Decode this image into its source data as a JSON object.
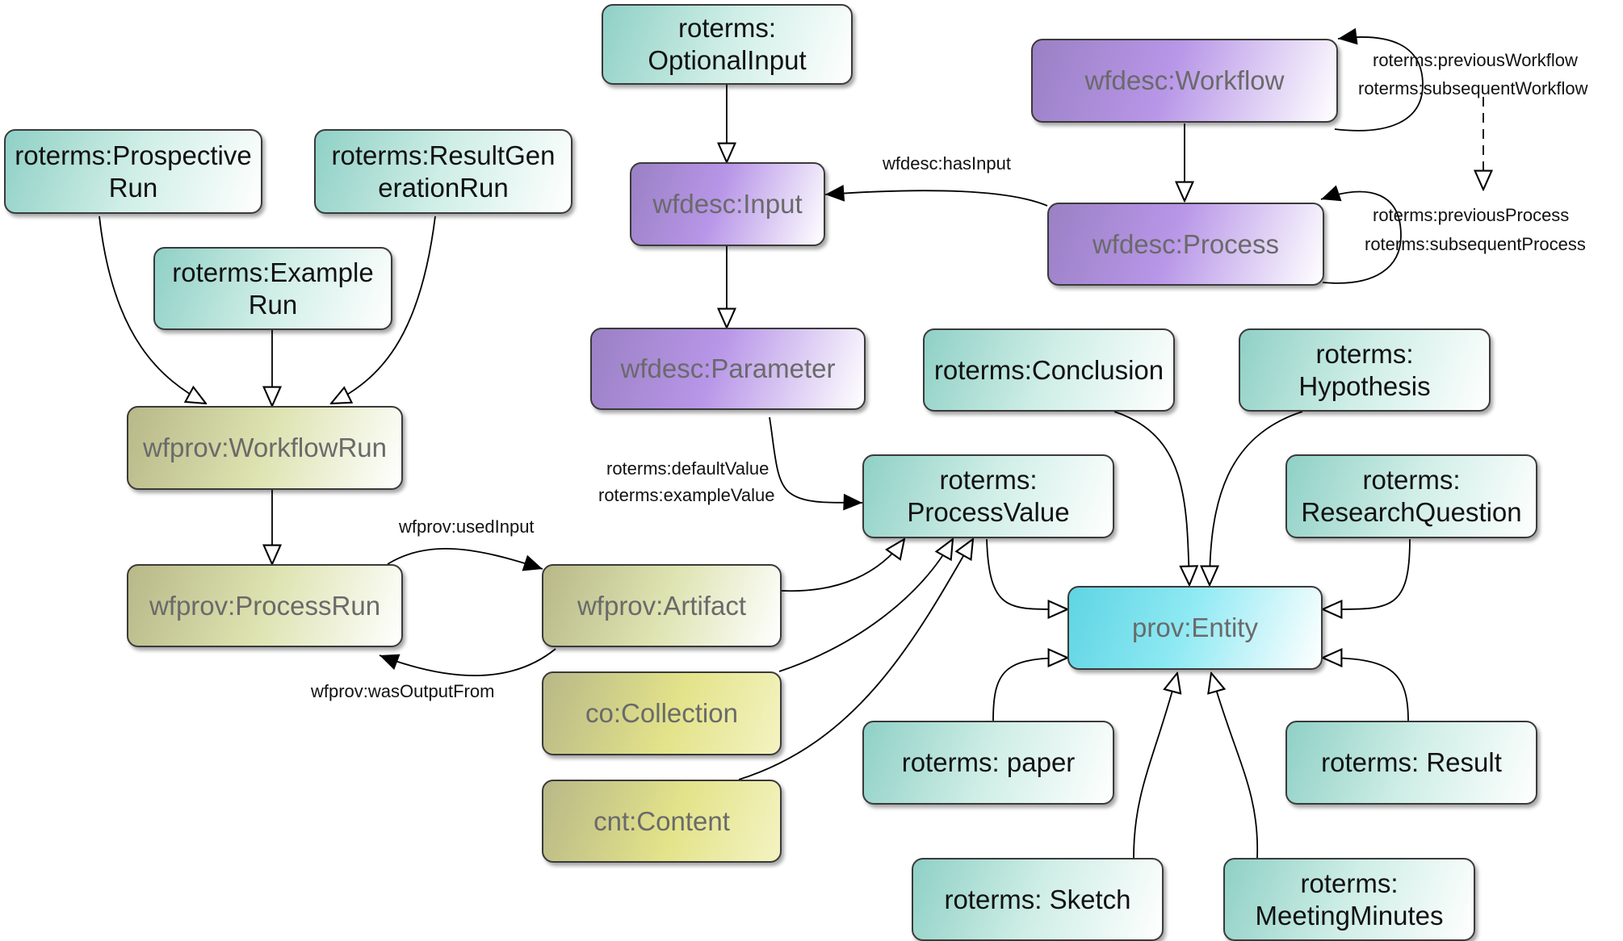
{
  "nodes": {
    "optional_input": "roterms: OptionalInput",
    "wf_workflow": "wfdesc:Workflow",
    "prospective_run": "roterms:Prospective Run",
    "result_gen_run": "roterms:ResultGen erationRun",
    "example_run": "roterms:Example Run",
    "wf_input": "wfdesc:Input",
    "wf_process": "wfdesc:Process",
    "wf_parameter": "wfdesc:Parameter",
    "conclusion": "roterms:Conclusion",
    "hypothesis": "roterms: Hypothesis",
    "workflow_run": "wfprov:WorkflowRun",
    "process_value": "roterms: ProcessValue",
    "research_question": "roterms: ResearchQuestion",
    "process_run": "wfprov:ProcessRun",
    "artifact": "wfprov:Artifact",
    "entity": "prov:Entity",
    "collection": "co:Collection",
    "paper": "roterms: paper",
    "result": "roterms: Result",
    "content": "cnt:Content",
    "sketch": "roterms: Sketch",
    "meeting_minutes": "roterms: MeetingMinutes"
  },
  "edge_labels": {
    "previous_workflow": "roterms:previousWorkflow",
    "subsequent_workflow": "roterms:subsequentWorkflow",
    "has_input": "wfdesc:hasInput",
    "previous_process": "roterms:previousProcess",
    "subsequent_process": "roterms:subsequentProcess",
    "default_value": "roterms:defaultValue",
    "example_value": "roterms:exampleValue",
    "used_input": "wfprov:usedInput",
    "was_output_from": "wfprov:wasOutputFrom"
  }
}
